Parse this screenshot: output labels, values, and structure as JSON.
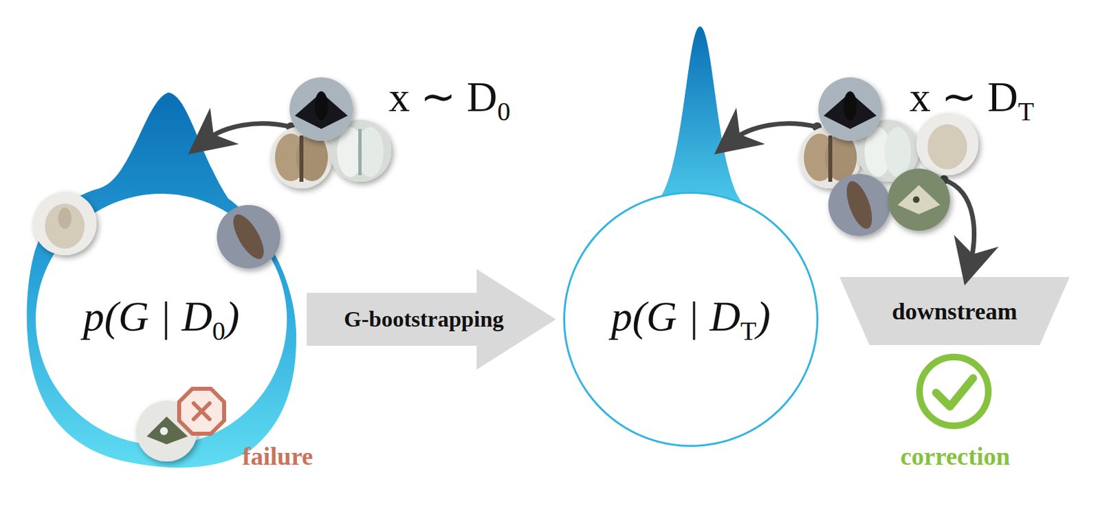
{
  "diagram": {
    "nodes": [
      {
        "text": [
          "p(G | D0)"
        ]
      },
      {
        "text": [
          "p(G | DT)"
        ]
      },
      {
        "text": [
          "downstream"
        ]
      }
    ],
    "edges": [
      {
        "from": 0,
        "to": 1,
        "label": "G-bootstrapping",
        "arrow": "to"
      }
    ],
    "labels": [
      "x ∼ D0",
      "x ∼ DT",
      "failure",
      "correction"
    ]
  }
}
